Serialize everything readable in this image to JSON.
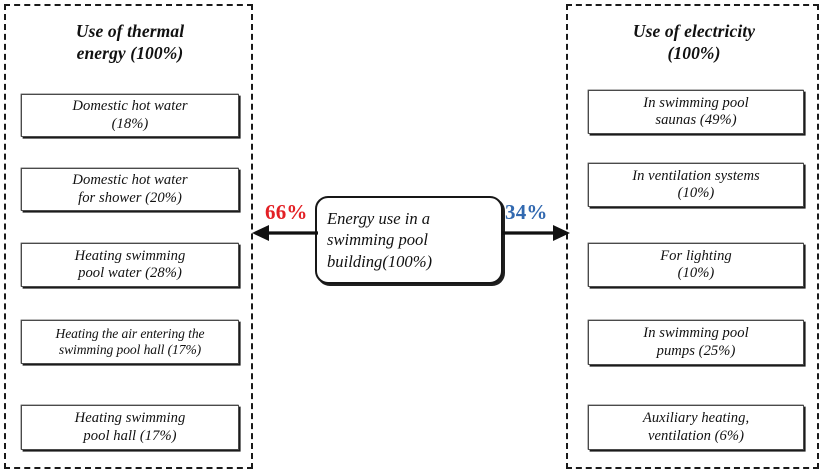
{
  "diagram": {
    "title": "Energy use in a swimming pool building",
    "center_node": {
      "label": "Energy use in a\nswimming pool\nbuilding(100%)",
      "percent": "100%"
    },
    "flows": {
      "left": {
        "label": "66%",
        "color": "#E32025",
        "direction": "left",
        "icon": "arrow-left-icon"
      },
      "right": {
        "label": "34%",
        "color": "#3269B0",
        "direction": "right",
        "icon": "arrow-right-icon"
      }
    },
    "groups": [
      {
        "id": "thermal",
        "title": "Use of thermal\nenergy (100%)",
        "total_percent": "100%",
        "share": "66%",
        "items": [
          {
            "label": "Domestic hot water\n(18%)",
            "name": "Domestic hot water",
            "percent": "18%"
          },
          {
            "label": "Domestic hot water\nfor shower (20%)",
            "name": "Domestic hot water for shower",
            "percent": "20%"
          },
          {
            "label": "Heating swimming\npool water (28%)",
            "name": "Heating swimming pool water",
            "percent": "28%"
          },
          {
            "label": "Heating the air entering the\nswimming pool hall (17%)",
            "name": "Heating the air entering the swimming pool hall",
            "percent": "17%"
          },
          {
            "label": "Heating swimming\npool hall (17%)",
            "name": "Heating swimming pool hall",
            "percent": "17%"
          }
        ]
      },
      {
        "id": "electricity",
        "title": "Use of electricity\n(100%)",
        "total_percent": "100%",
        "share": "34%",
        "items": [
          {
            "label": "In swimming pool\nsaunas (49%)",
            "name": "In swimming pool saunas",
            "percent": "49%"
          },
          {
            "label": "In ventilation systems\n(10%)",
            "name": "In ventilation systems",
            "percent": "10%"
          },
          {
            "label": "For  lighting\n(10%)",
            "name": "For lighting",
            "percent": "10%"
          },
          {
            "label": "In swimming pool\npumps (25%)",
            "name": "In swimming pool pumps",
            "percent": "25%"
          },
          {
            "label": "Auxiliary heating,\nventilation (6%)",
            "name": "Auxiliary heating, ventilation",
            "percent": "6%"
          }
        ]
      }
    ]
  },
  "chart_data": {
    "type": "diagram",
    "title": "Energy use in a swimming pool building (100%)",
    "splits": [
      {
        "name": "Use of thermal energy",
        "value": 66,
        "unit": "%"
      },
      {
        "name": "Use of electricity",
        "value": 34,
        "unit": "%"
      }
    ],
    "series": [
      {
        "name": "Use of thermal energy (100%)",
        "categories": [
          "Domestic hot water",
          "Domestic hot water for shower",
          "Heating swimming pool water",
          "Heating the air entering the swimming pool hall",
          "Heating swimming pool hall"
        ],
        "values": [
          18,
          20,
          28,
          17,
          17
        ]
      },
      {
        "name": "Use of electricity (100%)",
        "categories": [
          "In swimming pool saunas",
          "In ventilation systems",
          "For lighting",
          "In swimming pool pumps",
          "Auxiliary heating, ventilation"
        ],
        "values": [
          49,
          10,
          10,
          25,
          6
        ]
      }
    ],
    "unit": "%"
  }
}
